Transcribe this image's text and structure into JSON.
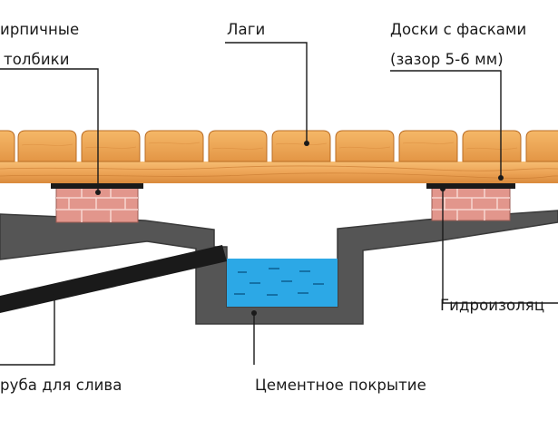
{
  "labels": {
    "brick_line1": "ирпичные",
    "brick_line2": "толбики",
    "joists": "Лаги",
    "boards_line1": "Доски с фасками",
    "boards_line2": "(зазор 5-6 мм)",
    "waterproofing": "Гидроизоляц",
    "drain_pipe": "руба для слива",
    "cement": "Цементное покрытие"
  },
  "colors": {
    "board": "#f2a95a",
    "board_dark": "#c97a30",
    "brick": "#e2968c",
    "cement": "#555555",
    "water": "#2ca8e6",
    "pipe": "#1a1a1a",
    "leader": "#1a1a1a"
  }
}
